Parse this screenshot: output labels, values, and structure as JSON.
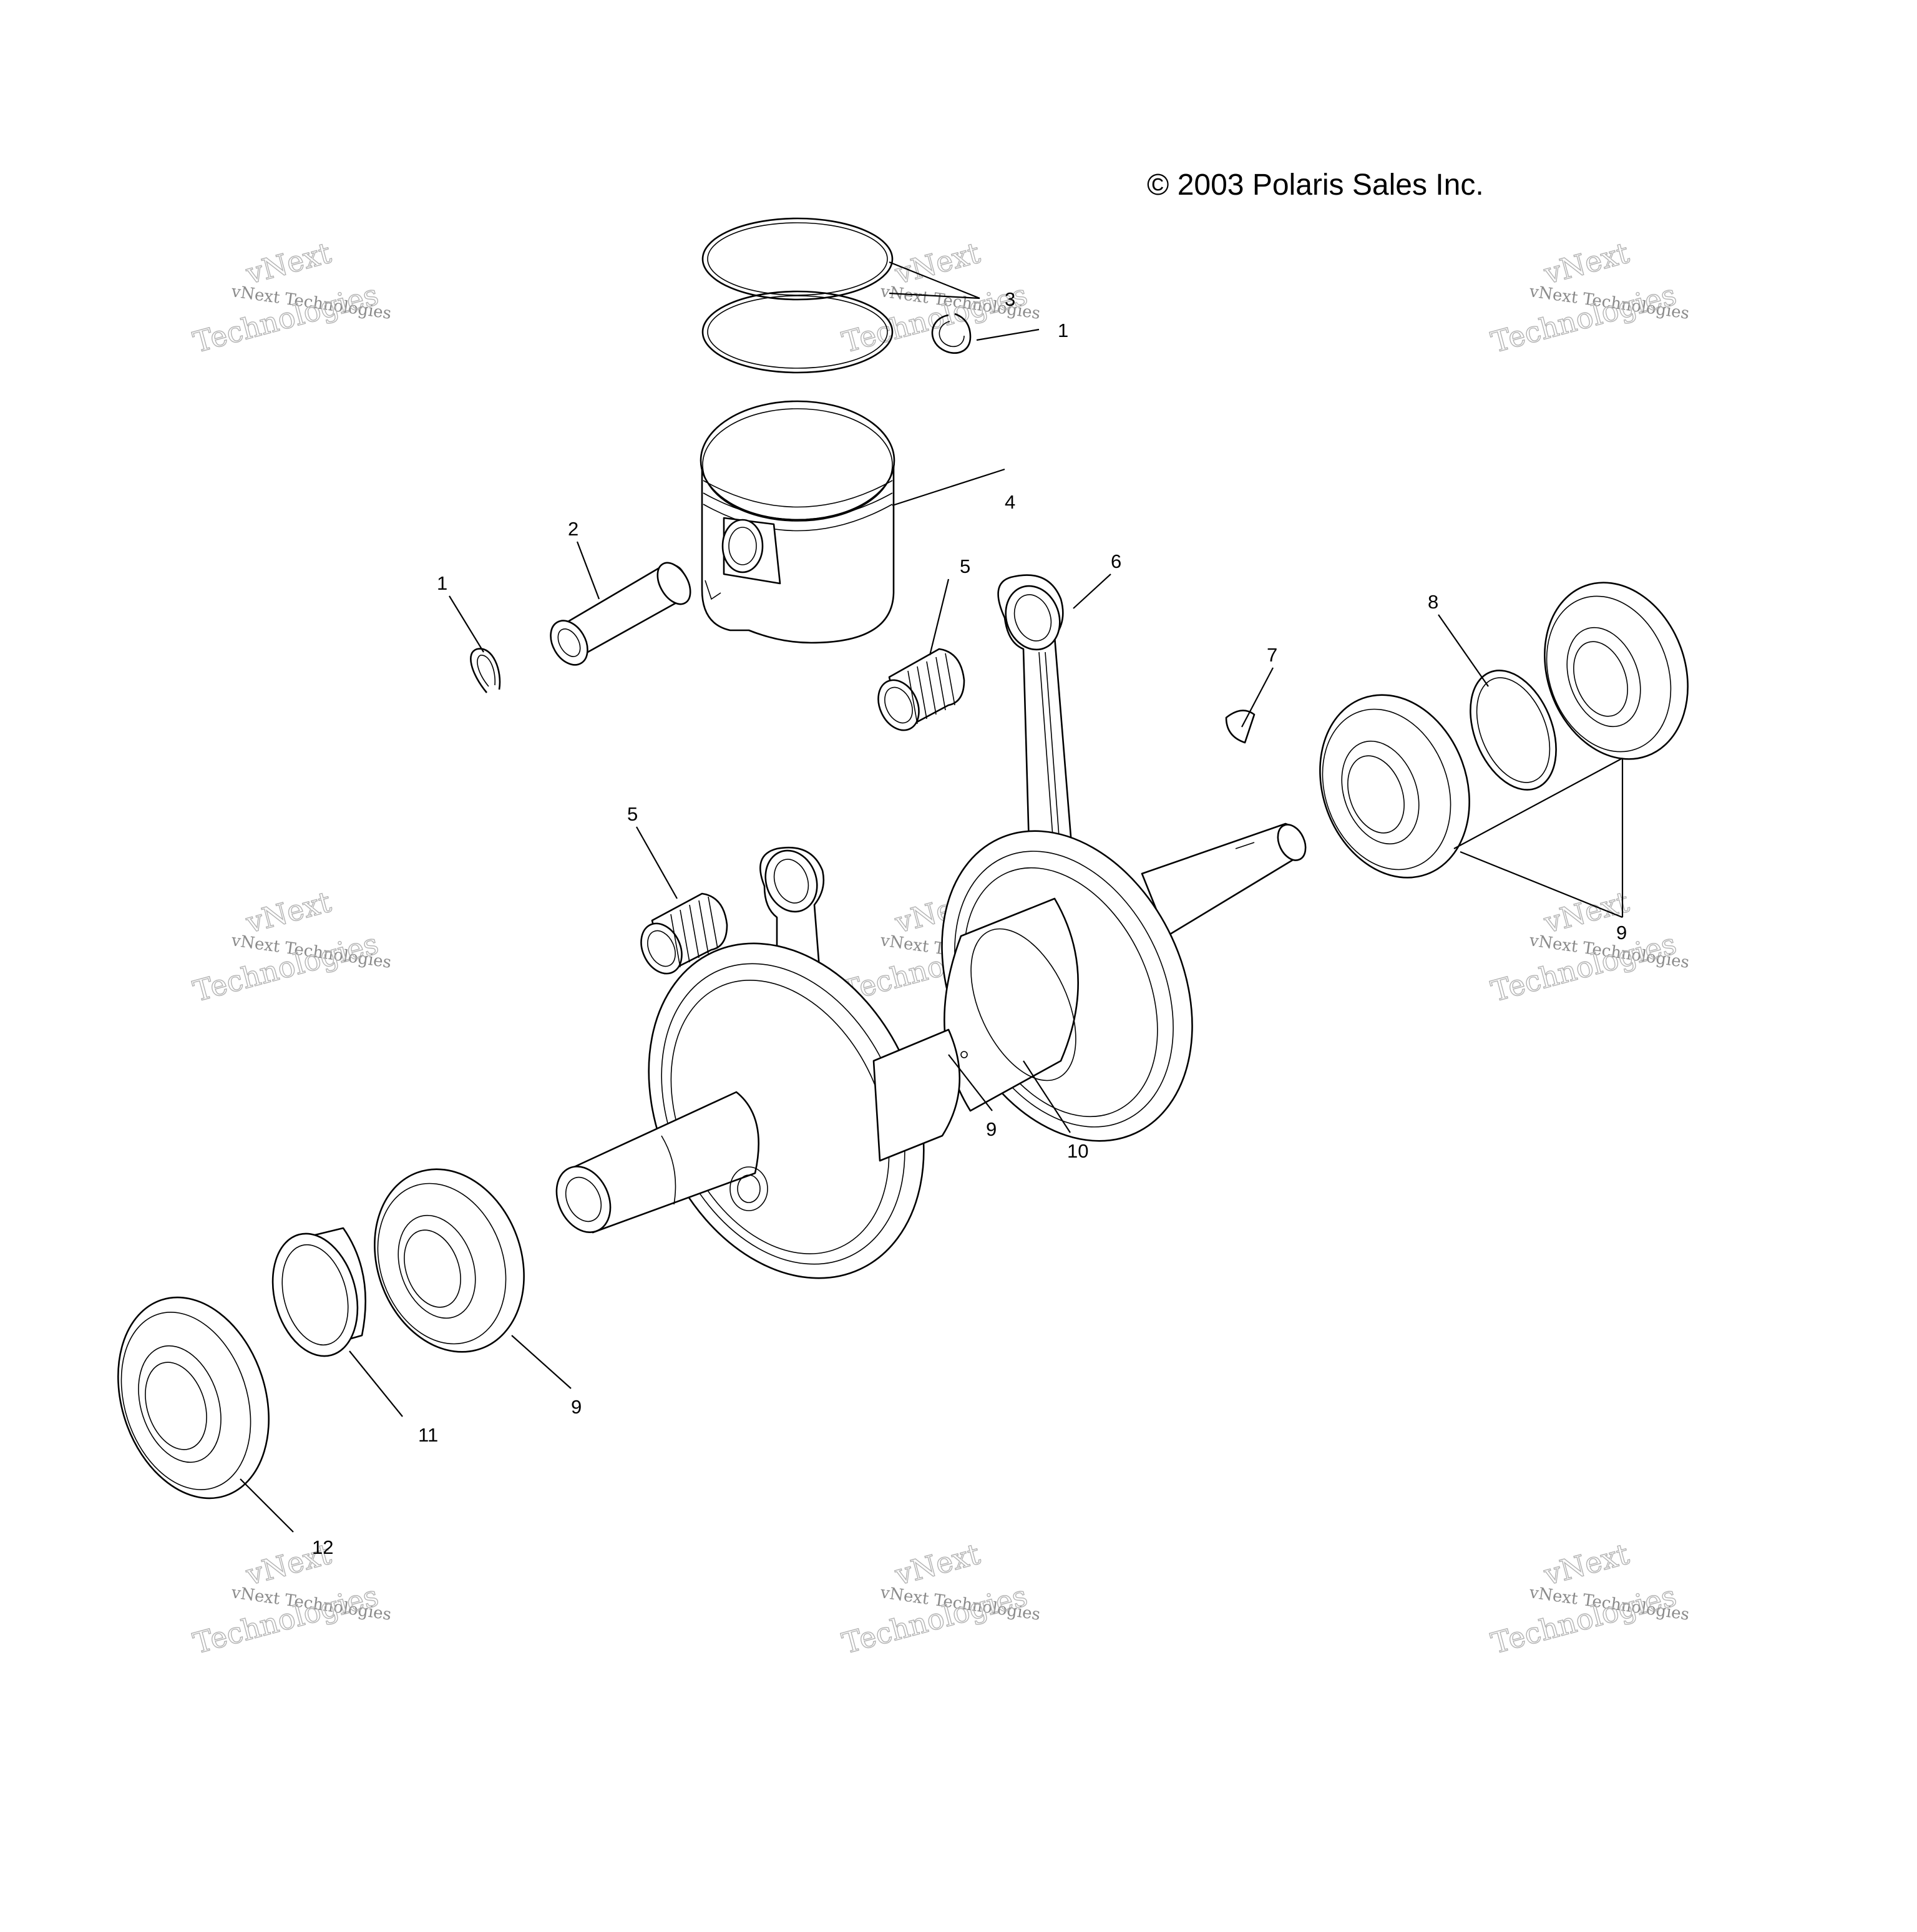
{
  "copyright": "© 2003 Polaris Sales Inc.",
  "watermark": {
    "line_small": "vNext Technologies",
    "line_big_1": "vNext",
    "line_big_2": "Technologies"
  },
  "callouts": {
    "snap_ring_top": "1",
    "snap_ring_left": "1",
    "piston_pin": "2",
    "piston_rings": "3",
    "piston": "4",
    "needle_bearing_upper": "5",
    "needle_bearing_lower": "5",
    "connecting_rod": "6",
    "woodruff_key": "7",
    "shim_ring": "8",
    "bearing_right": "9",
    "bearing_center": "9",
    "bearing_left": "9",
    "crankshaft": "10",
    "spacer_ring": "11",
    "seal_left": "12"
  }
}
